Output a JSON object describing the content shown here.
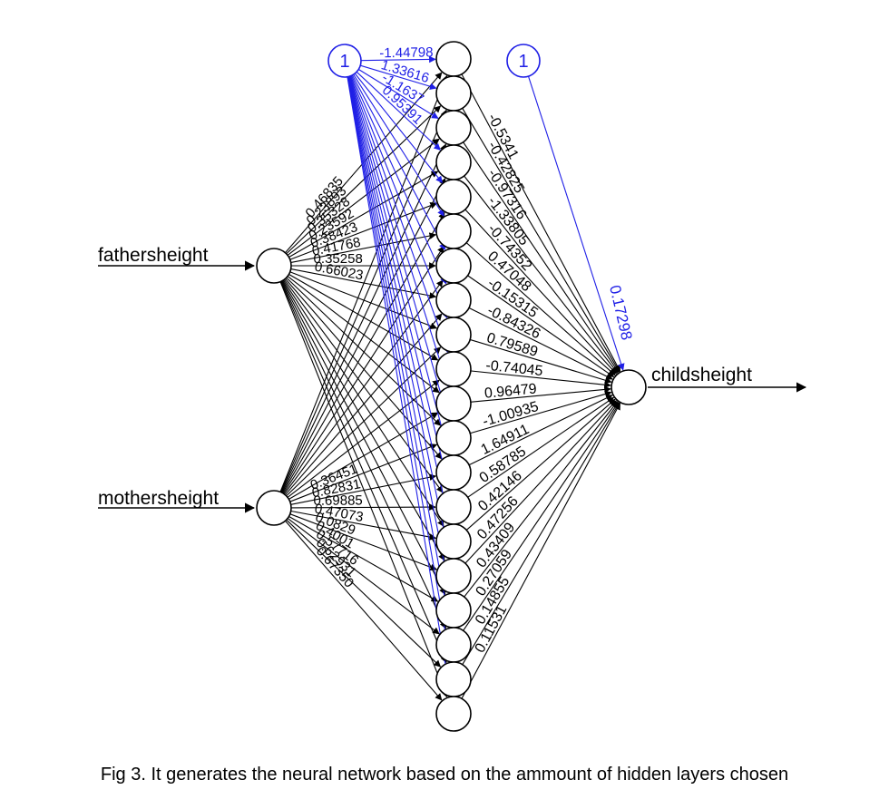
{
  "figure": {
    "caption": "Fig 3. It generates the neural network based on the ammount of hidden layers chosen",
    "colors": {
      "network": "#000000",
      "bias": "#1f1fe6"
    },
    "inputs": [
      {
        "label": "fathersheight"
      },
      {
        "label": "mothersheight"
      }
    ],
    "output": {
      "label": "childsheight"
    },
    "hidden_count": 20,
    "bias_hidden": {
      "label": "1",
      "weights": [
        "-1.44798",
        "1.33616",
        "-1.1637",
        "0.95391"
      ]
    },
    "bias_output": {
      "label": "1",
      "weight": "0.17298"
    },
    "input_weights_father": [
      "0.46835",
      "0.23893",
      "0.35328",
      "0.23592",
      "0.38423",
      "0.41768",
      "0.35258",
      "0.66023"
    ],
    "input_weights_mother": [
      "0.67350",
      "0.62931",
      "0.57716",
      "0.4001",
      "0.0829",
      "0.47073",
      "0.69885",
      "0.82831",
      "0.36451"
    ],
    "output_weights": [
      "-0.5341",
      "-0.42825",
      "-0.97316",
      "-1.33805",
      "-0.74352",
      "0.47048",
      "-0.15315",
      "-0.84326",
      "0.79589",
      "-0.74045",
      "0.96479",
      "-1.00935",
      "1.64911",
      "0.58785",
      "0.42146",
      "0.47256",
      "0.43409",
      "0.27059",
      "0.14855",
      "0.11531"
    ]
  }
}
